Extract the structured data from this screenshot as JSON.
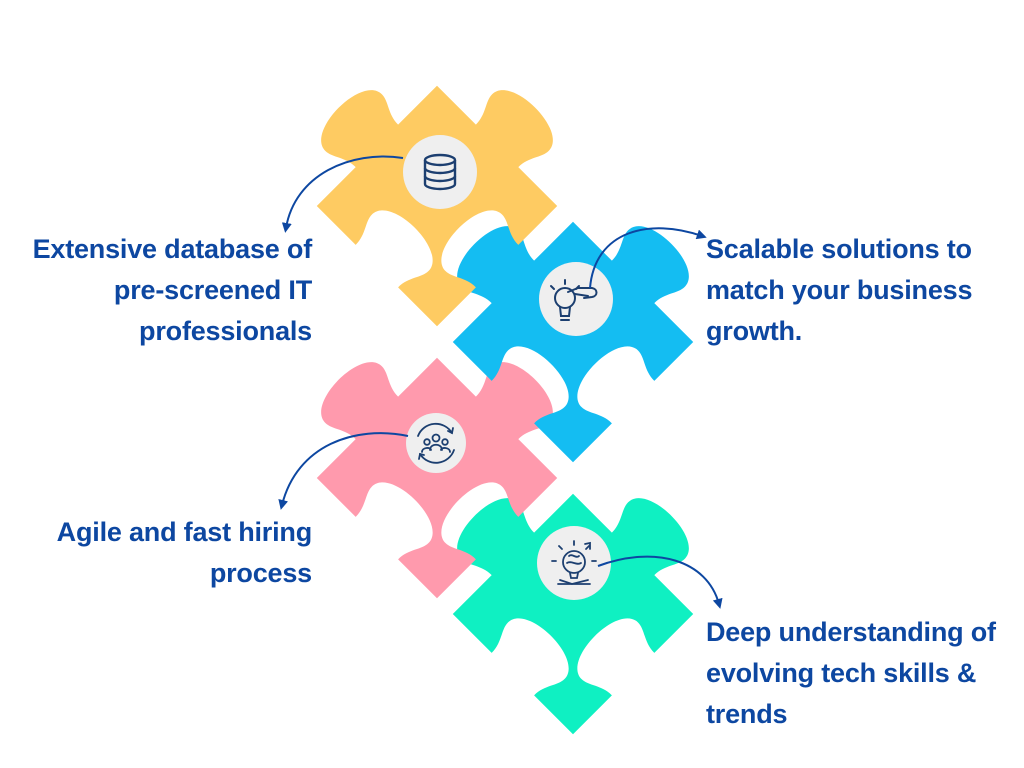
{
  "colors": {
    "text": "#0d47a1",
    "arrow": "#0d47a1",
    "piece_yellow": "#fecb62",
    "piece_blue": "#14bdf2",
    "piece_pink": "#ff9aad",
    "piece_green": "#0ff0c2",
    "icon_circle": "#efefef",
    "icon_stroke": "#1c3f70"
  },
  "pieces": [
    {
      "id": "yellow",
      "color": "piece_yellow",
      "icon": "database-icon"
    },
    {
      "id": "blue",
      "color": "piece_blue",
      "icon": "lightbulb-hand-icon"
    },
    {
      "id": "pink",
      "color": "piece_pink",
      "icon": "team-cycle-icon"
    },
    {
      "id": "green",
      "color": "piece_green",
      "icon": "brain-bulb-icon"
    }
  ],
  "labels": {
    "database": [
      "Extensive database of",
      "pre-screened IT",
      "professionals"
    ],
    "scalable": [
      "Scalable solutions to",
      "match your business",
      "growth."
    ],
    "agile": [
      "Agile and fast hiring",
      "process"
    ],
    "deep": [
      "Deep understanding of",
      "evolving tech skills &",
      "trends"
    ]
  }
}
